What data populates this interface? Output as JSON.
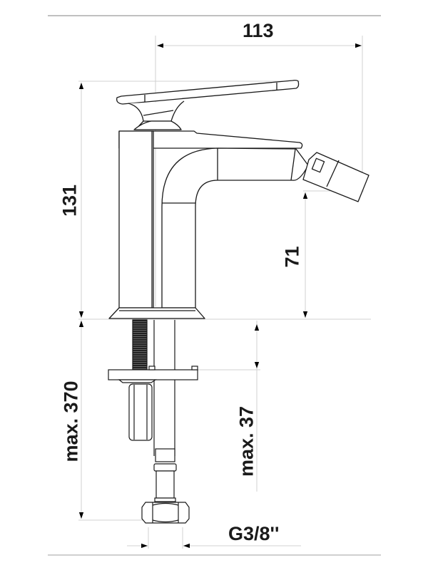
{
  "drawing": {
    "subject": "Bidet mixer faucet side view",
    "colors": {
      "outline": "#1a1a1a",
      "dimension_line": "#cfcfcf",
      "frame_rule": "#9a9a9a",
      "text": "#1a1a1a"
    }
  },
  "dimensions": {
    "overall_width": {
      "label": "113"
    },
    "overall_height": {
      "label": "131"
    },
    "spout_height": {
      "label": "71"
    },
    "max_shank_length": {
      "label": "max. 370"
    },
    "max_counter_thickness": {
      "label": "max. 37"
    },
    "connection_thread": {
      "label": "G3/8''"
    }
  }
}
